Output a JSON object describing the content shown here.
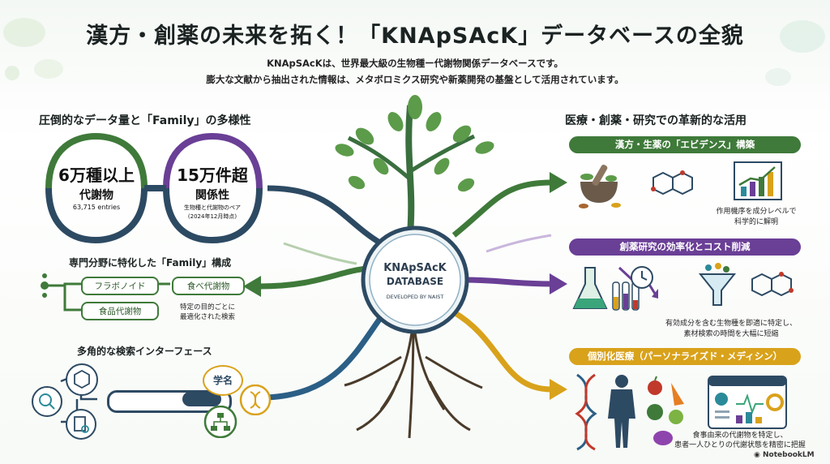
{
  "header": {
    "title": "漢方・創薬の未来を拓く！「KNApSAcK」データベースの全貌",
    "subtitle_line1": "KNApSAcKは、世界最大級の生物種ー代謝物関係データベースです。",
    "subtitle_line2": "膨大な文献から抽出された情報は、メタボロミクス研究や新薬開発の基盤として活用されています。"
  },
  "left": {
    "section1_title": "圧倒的なデータ量と「Family」の多様性",
    "stat1": {
      "big": "6万種以上",
      "label": "代謝物",
      "note": "63,715 entries"
    },
    "stat2": {
      "big": "15万件超",
      "label": "関係性",
      "note1": "生物種と代謝物のペア",
      "note2": "(2024年12月時点)"
    },
    "section2_title": "専門分野に特化した「Family」構成",
    "family": {
      "item1": "フラボノイド",
      "item2": "食品代謝物",
      "item3": "食べ代謝物",
      "note1": "特定の目的ごとに",
      "note2": "最適化された検索"
    },
    "section3_title": "多角的な検索インターフェース",
    "search": {
      "label_name": "学名"
    }
  },
  "center": {
    "name": "KNApSAcK",
    "db": "DATABASE",
    "by": "DEVELOPED BY NAIST"
  },
  "right": {
    "section_title": "医療・創薬・研究での革新的な活用",
    "b1": {
      "label": "漢方・生薬の「エビデンス」構築",
      "cap1": "作用機序を成分レベルで",
      "cap2": "科学的に解明"
    },
    "b2": {
      "label": "創薬研究の効率化とコスト削減",
      "cap1": "有効成分を含む生物種を即適に特定し、",
      "cap2": "素材検索の時間を大幅に短縮"
    },
    "b3": {
      "label": "個別化医療（パーソナライズド・メディシン）",
      "cap1": "食事由来の代謝物を特定し、",
      "cap2": "患者一人ひとりの代謝状態を精密に把握"
    }
  },
  "footer": {
    "brand": "NotebookLM"
  },
  "colors": {
    "green": "#3f7a3a",
    "purple": "#6a3f96",
    "gold": "#d9a21b",
    "navy": "#2d4a63",
    "teal": "#2b8a9a"
  }
}
